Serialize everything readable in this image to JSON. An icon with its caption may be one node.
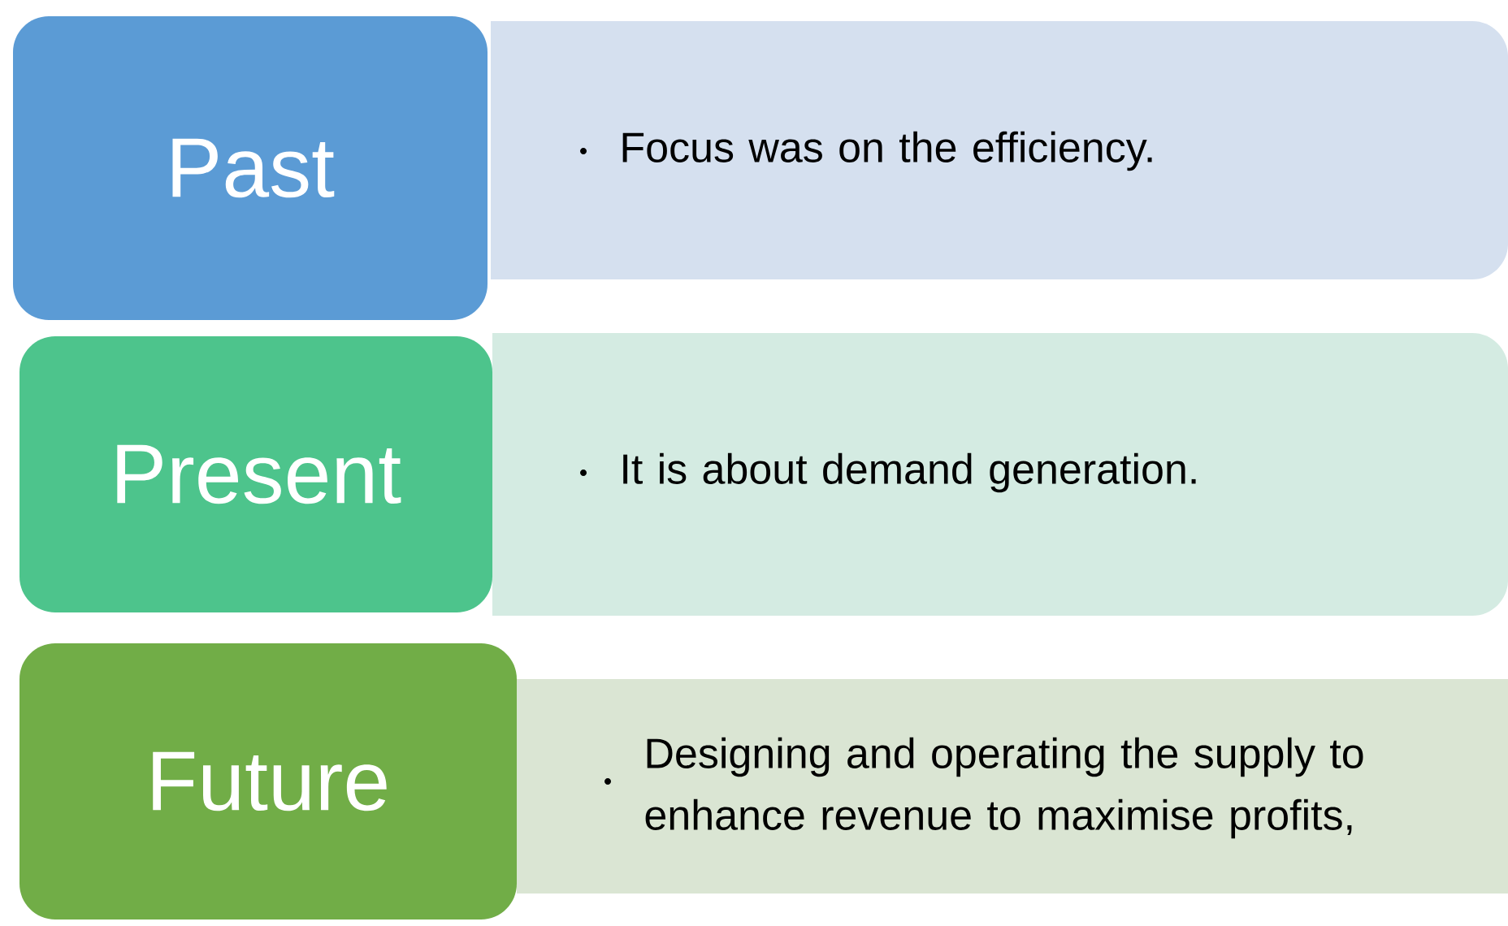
{
  "diagram": {
    "nodes": [
      {
        "text": [
          "Past"
        ]
      },
      {
        "text": [
          "Focus was on the efficiency."
        ]
      },
      {
        "text": [
          "Present"
        ]
      },
      {
        "text": [
          "It is about demand generation."
        ]
      },
      {
        "text": [
          "Future"
        ]
      },
      {
        "text": [
          "Designing and operating the supply to enhance revenue to maximise profits,"
        ]
      }
    ]
  }
}
